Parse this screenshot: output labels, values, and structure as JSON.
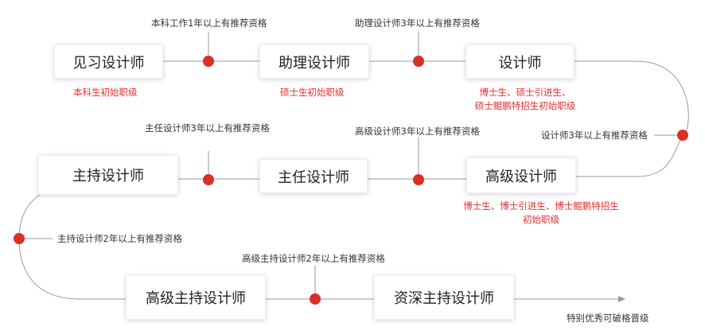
{
  "stages": {
    "intern": "见习设计师",
    "assistant": "助理设计师",
    "designer": "设计师",
    "senior": "高级设计师",
    "principal": "主任设计师",
    "lead": "主持设计师",
    "senior_lead": "高级主持设计师",
    "veteran_lead": "资深主持设计师"
  },
  "requirements": {
    "r1": "本科工作1年以上有推荐资格",
    "r2": "助理设计师3年以上有推荐资格",
    "r3": "设计师3年以上有推荐资格",
    "r4": "高级设计师3年以上有推荐资格",
    "r5": "主任设计师3年以上有推荐资格",
    "r6": "主持设计师2年以上有推荐资格",
    "r7": "高级主持设计师2年以上有推荐资格",
    "end": "特别优秀可破格晋级"
  },
  "entry_notes": {
    "intern": "本科生初始职级",
    "assistant": "硕士生初始职级",
    "designer": [
      "博士生、硕士引进生、",
      "硕士鲲鹏特招生初始职级"
    ],
    "senior": [
      "博士生、博士引进生、博士鲲鹏特招生",
      "初始职级"
    ]
  },
  "colors": {
    "accent": "#d93025",
    "line": "#9a9a9a",
    "note_red": "#e03030"
  }
}
